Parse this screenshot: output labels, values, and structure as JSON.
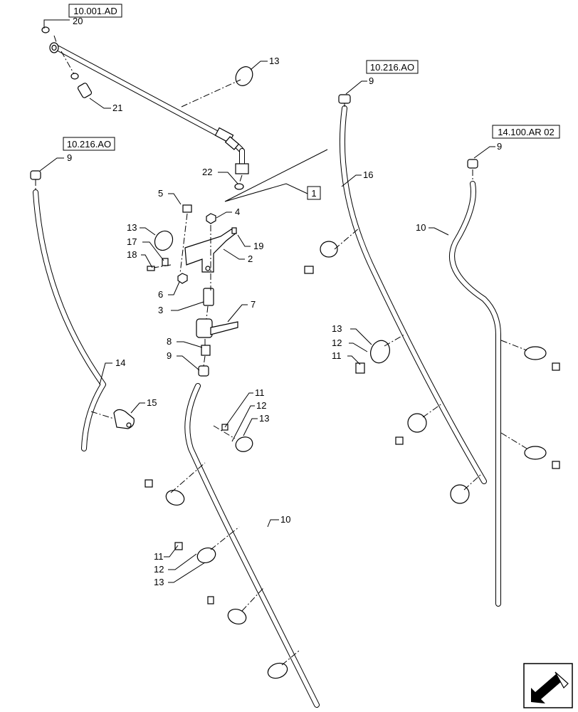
{
  "references": {
    "r1": "10.001.AD",
    "r2": "10.216.AO",
    "r3": "10.216.AO",
    "r4": "14.100.AR 02"
  },
  "assembly_ref": "1",
  "labels": {
    "l20": "20",
    "l21": "21",
    "l13a": "13",
    "l22": "22",
    "l9a": "9",
    "l9b": "9",
    "l9c": "9",
    "l9d": "9",
    "l5": "5",
    "l4": "4",
    "l13b": "13",
    "l17": "17",
    "l18": "18",
    "l19": "19",
    "l2": "2",
    "l6": "6",
    "l3": "3",
    "l7": "7",
    "l8": "8",
    "l14": "14",
    "l15": "15",
    "l11a": "11",
    "l12a": "12",
    "l13c": "13",
    "l16": "16",
    "l10a": "10",
    "l13d": "13",
    "l12b": "12",
    "l11b": "11",
    "l10b": "10",
    "l11c": "11",
    "l12c": "12",
    "l13e": "13"
  },
  "icons": {
    "nav": "direction-arrow-icon"
  }
}
